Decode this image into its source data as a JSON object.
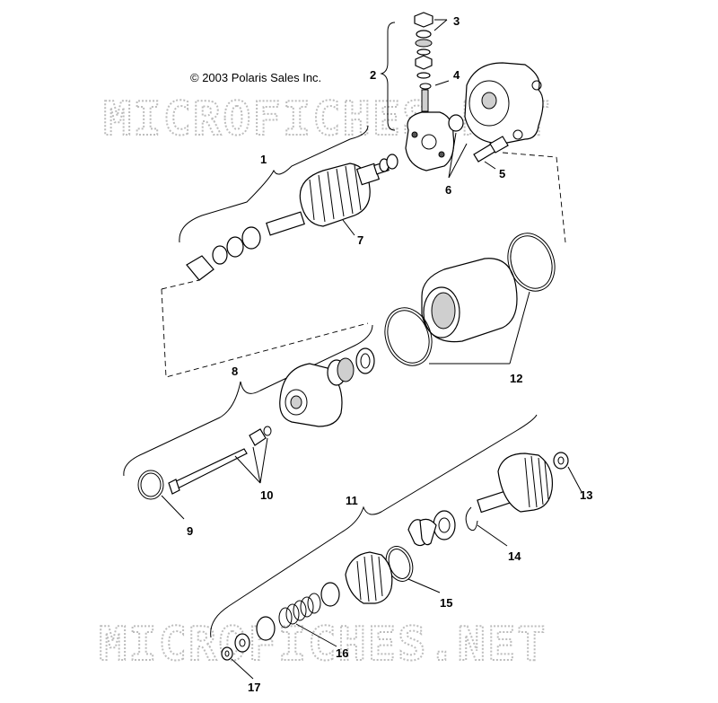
{
  "copyright": "© 2003 Polaris Sales Inc.",
  "watermark": "MICROFICHES.NET",
  "callouts": [
    "1",
    "2",
    "3",
    "4",
    "5",
    "6",
    "7",
    "8",
    "9",
    "10",
    "11",
    "12",
    "13",
    "14",
    "15",
    "16",
    "17"
  ]
}
